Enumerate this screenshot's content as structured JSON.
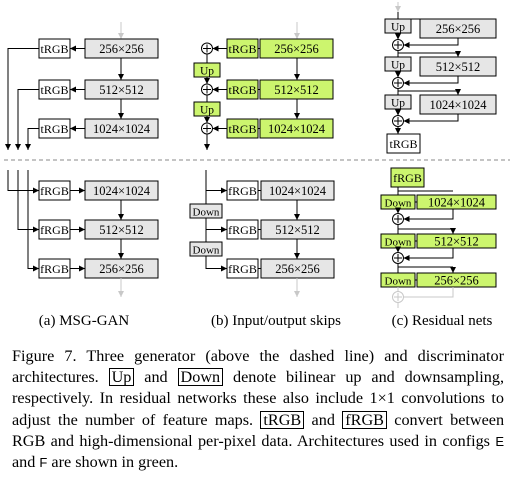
{
  "labels": {
    "trgb": "tRGB",
    "frgb": "fRGB",
    "up": "Up",
    "down": "Down",
    "res256": "256×256",
    "res512": "512×512",
    "res1024": "1024×1024"
  },
  "subcaptions": {
    "a": "(a) MSG-GAN",
    "b": "(b) Input/output skips",
    "c": "(c) Residual nets"
  },
  "caption": {
    "label": "Figure 7.",
    "s1": "Three generator (above the dashed line) and discriminator architectures.",
    "up_word": "Up",
    "and1": "and",
    "down_word": "Down",
    "s2": "denote bilinear up and downsampling, respectively. In residual networks these also include 1×1 convolutions to adjust the number of feature maps.",
    "trgb_word": "tRGB",
    "and2": "and",
    "frgb_word": "fRGB",
    "s3": "convert between RGB and high-dimensional per-pixel data. Architectures used in configs",
    "config_e": "E",
    "and3": "and",
    "config_f": "F",
    "s4": "are shown in green."
  },
  "colors": {
    "green_fill": "#ccf56e",
    "gray_fill": "#e6e6e6",
    "ghost_arrow": "#c8c8c8"
  }
}
